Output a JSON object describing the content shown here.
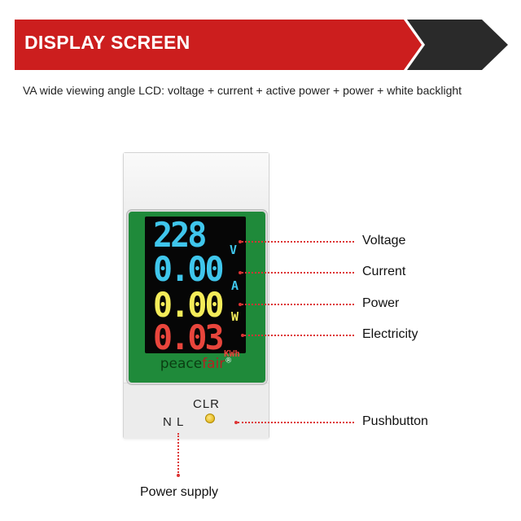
{
  "header": {
    "title": "DISPLAY SCREEN",
    "subtitle": "VA wide viewing angle LCD: voltage + current + active power + power + white backlight",
    "colors": {
      "red": "#cc1e1e",
      "dark": "#2a2a2a"
    }
  },
  "device": {
    "readings": {
      "voltage": {
        "value": "228",
        "unit": "V"
      },
      "current": {
        "value": "0.00",
        "unit": "A"
      },
      "power": {
        "value": "0.00",
        "unit": "W"
      },
      "energy": {
        "value": "0.03",
        "unit": "KWh"
      }
    },
    "brand_prefix": "peace",
    "brand_suffix": "fair",
    "brand_mark": "®",
    "button_label": "CLR",
    "terminal_labels": "N L",
    "colors": {
      "bezel": "#1f8a3a",
      "cyan": "#3fc6ec",
      "yellow": "#f4ec59",
      "red": "#e8453c"
    }
  },
  "callouts": {
    "voltage": "Voltage",
    "current": "Current",
    "power": "Power",
    "electricity": "Electricity",
    "pushbutton": "Pushbutton",
    "power_supply": "Power supply"
  }
}
